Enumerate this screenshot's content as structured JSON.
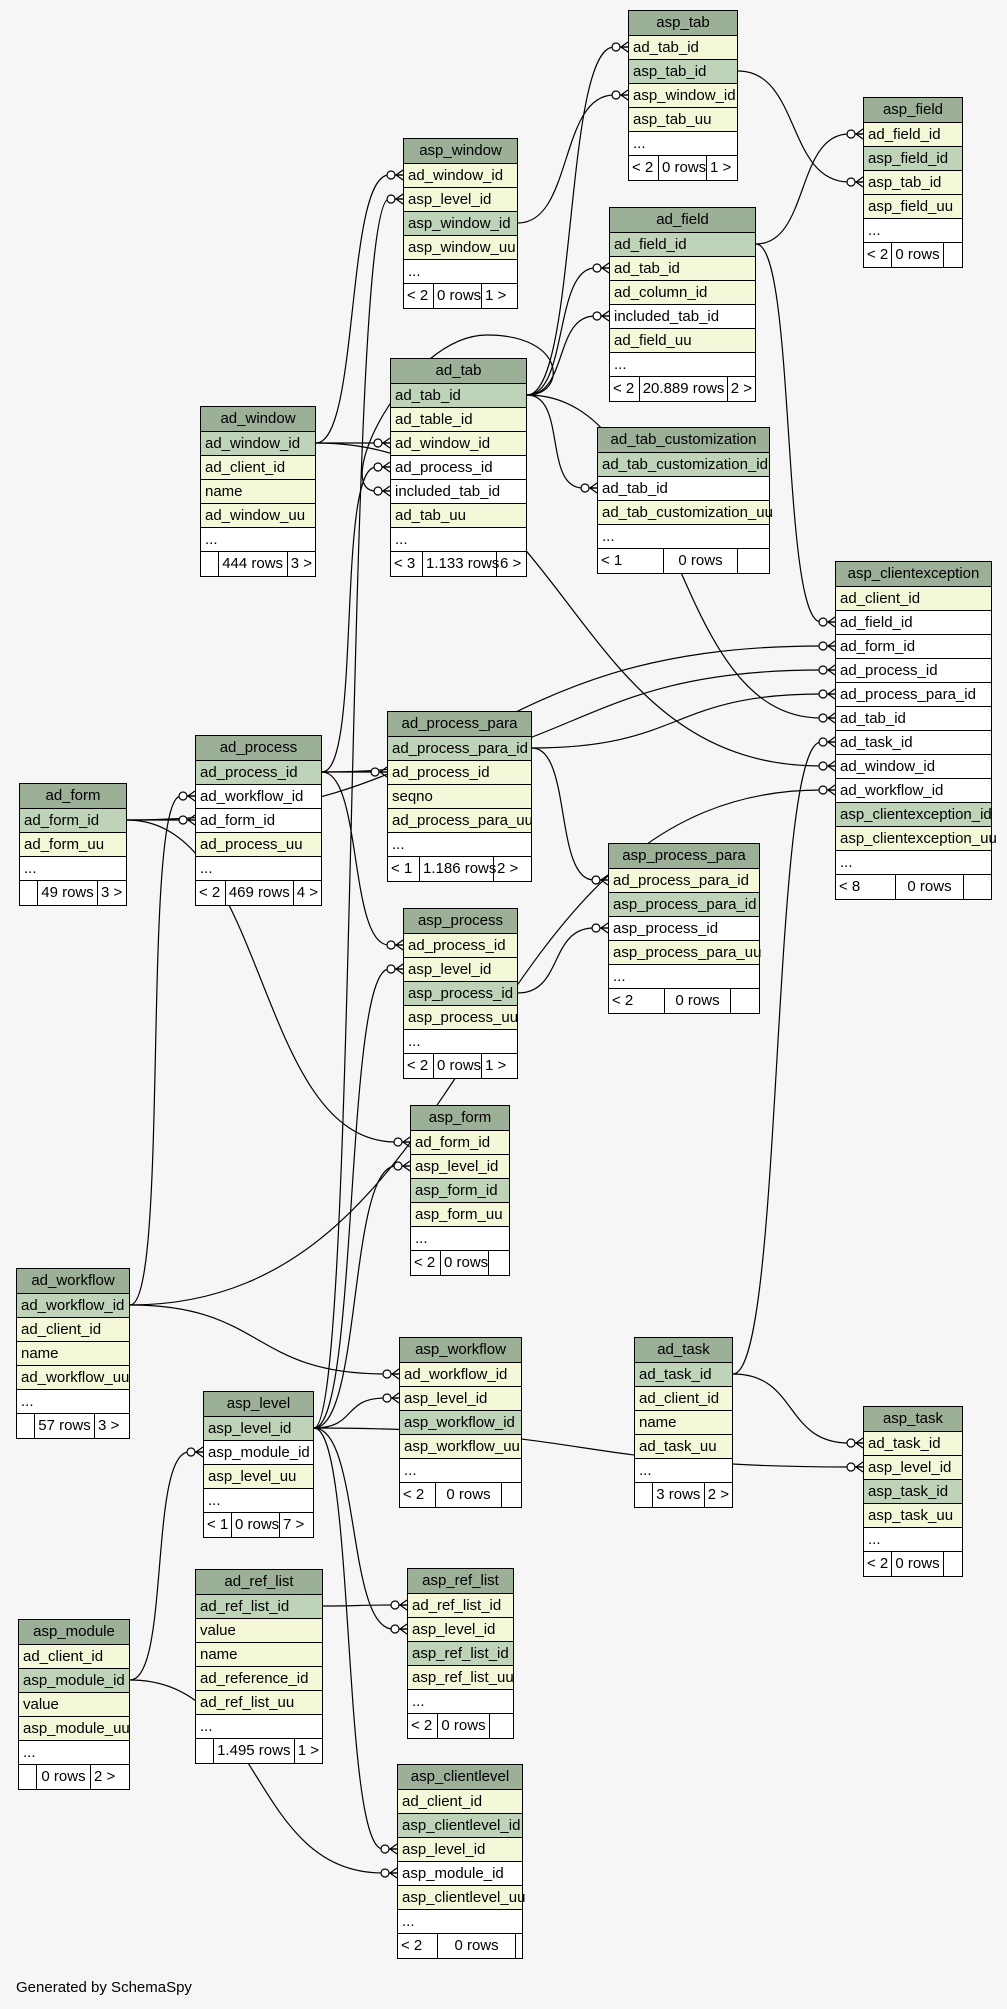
{
  "footer_note": "Generated by SchemaSpy",
  "tables": {
    "asp_tab": {
      "name": "asp_tab",
      "columns": [
        "ad_tab_id",
        "asp_tab_id",
        "asp_window_id",
        "asp_tab_uu",
        "..."
      ],
      "footer": [
        "< 2",
        "0 rows",
        "1 >"
      ]
    },
    "asp_field": {
      "name": "asp_field",
      "columns": [
        "ad_field_id",
        "asp_field_id",
        "asp_tab_id",
        "asp_field_uu",
        "..."
      ],
      "footer": [
        "< 2",
        "0 rows",
        ""
      ]
    },
    "asp_window": {
      "name": "asp_window",
      "columns": [
        "ad_window_id",
        "asp_level_id",
        "asp_window_id",
        "asp_window_uu",
        "..."
      ],
      "footer": [
        "< 2",
        "0 rows",
        "1 >"
      ]
    },
    "ad_field": {
      "name": "ad_field",
      "columns": [
        "ad_field_id",
        "ad_tab_id",
        "ad_column_id",
        "included_tab_id",
        "ad_field_uu",
        "..."
      ],
      "footer": [
        "< 2",
        "20.889 rows",
        "2 >"
      ]
    },
    "ad_tab": {
      "name": "ad_tab",
      "columns": [
        "ad_tab_id",
        "ad_table_id",
        "ad_window_id",
        "ad_process_id",
        "included_tab_id",
        "ad_tab_uu",
        "..."
      ],
      "footer": [
        "< 3",
        "1.133 rows",
        "6 >"
      ]
    },
    "ad_window": {
      "name": "ad_window",
      "columns": [
        "ad_window_id",
        "ad_client_id",
        "name",
        "ad_window_uu",
        "..."
      ],
      "footer": [
        "",
        "444 rows",
        "3 >"
      ]
    },
    "ad_tab_customization": {
      "name": "ad_tab_customization",
      "columns": [
        "ad_tab_customization_id",
        "ad_tab_id",
        "ad_tab_customization_uu",
        "..."
      ],
      "footer": [
        "< 1",
        "0 rows",
        ""
      ]
    },
    "asp_clientexception": {
      "name": "asp_clientexception",
      "columns": [
        "ad_client_id",
        "ad_field_id",
        "ad_form_id",
        "ad_process_id",
        "ad_process_para_id",
        "ad_tab_id",
        "ad_task_id",
        "ad_window_id",
        "ad_workflow_id",
        "asp_clientexception_id",
        "asp_clientexception_uu",
        "..."
      ],
      "footer": [
        "< 8",
        "0 rows",
        ""
      ]
    },
    "ad_process_para": {
      "name": "ad_process_para",
      "columns": [
        "ad_process_para_id",
        "ad_process_id",
        "seqno",
        "ad_process_para_uu",
        "..."
      ],
      "footer": [
        "< 1",
        "1.186 rows",
        "2 >"
      ]
    },
    "ad_process": {
      "name": "ad_process",
      "columns": [
        "ad_process_id",
        "ad_workflow_id",
        "ad_form_id",
        "ad_process_uu",
        "..."
      ],
      "footer": [
        "< 2",
        "469 rows",
        "4 >"
      ]
    },
    "ad_form": {
      "name": "ad_form",
      "columns": [
        "ad_form_id",
        "ad_form_uu",
        "..."
      ],
      "footer": [
        "",
        "49 rows",
        "3 >"
      ]
    },
    "asp_process_para": {
      "name": "asp_process_para",
      "columns": [
        "ad_process_para_id",
        "asp_process_para_id",
        "asp_process_id",
        "asp_process_para_uu",
        "..."
      ],
      "footer": [
        "< 2",
        "0 rows",
        ""
      ]
    },
    "asp_process": {
      "name": "asp_process",
      "columns": [
        "ad_process_id",
        "asp_level_id",
        "asp_process_id",
        "asp_process_uu",
        "..."
      ],
      "footer": [
        "< 2",
        "0 rows",
        "1 >"
      ]
    },
    "asp_form": {
      "name": "asp_form",
      "columns": [
        "ad_form_id",
        "asp_level_id",
        "asp_form_id",
        "asp_form_uu",
        "..."
      ],
      "footer": [
        "< 2",
        "0 rows",
        ""
      ]
    },
    "ad_workflow": {
      "name": "ad_workflow",
      "columns": [
        "ad_workflow_id",
        "ad_client_id",
        "name",
        "ad_workflow_uu",
        "..."
      ],
      "footer": [
        "",
        "57 rows",
        "3 >"
      ]
    },
    "asp_workflow": {
      "name": "asp_workflow",
      "columns": [
        "ad_workflow_id",
        "asp_level_id",
        "asp_workflow_id",
        "asp_workflow_uu",
        "..."
      ],
      "footer": [
        "< 2",
        "0 rows",
        ""
      ]
    },
    "ad_task": {
      "name": "ad_task",
      "columns": [
        "ad_task_id",
        "ad_client_id",
        "name",
        "ad_task_uu",
        "..."
      ],
      "footer": [
        "",
        "3 rows",
        "2 >"
      ]
    },
    "asp_level": {
      "name": "asp_level",
      "columns": [
        "asp_level_id",
        "asp_module_id",
        "asp_level_uu",
        "..."
      ],
      "footer": [
        "< 1",
        "0 rows",
        "7 >"
      ]
    },
    "asp_task": {
      "name": "asp_task",
      "columns": [
        "ad_task_id",
        "asp_level_id",
        "asp_task_id",
        "asp_task_uu",
        "..."
      ],
      "footer": [
        "< 2",
        "0 rows",
        ""
      ]
    },
    "ad_ref_list": {
      "name": "ad_ref_list",
      "columns": [
        "ad_ref_list_id",
        "value",
        "name",
        "ad_reference_id",
        "ad_ref_list_uu",
        "..."
      ],
      "footer": [
        "",
        "1.495 rows",
        "1 >"
      ]
    },
    "asp_ref_list": {
      "name": "asp_ref_list",
      "columns": [
        "ad_ref_list_id",
        "asp_level_id",
        "asp_ref_list_id",
        "asp_ref_list_uu",
        "..."
      ],
      "footer": [
        "< 2",
        "0 rows",
        ""
      ]
    },
    "asp_module": {
      "name": "asp_module",
      "columns": [
        "ad_client_id",
        "asp_module_id",
        "value",
        "asp_module_uu",
        "..."
      ],
      "footer": [
        "",
        "0 rows",
        "2 >"
      ]
    },
    "asp_clientlevel": {
      "name": "asp_clientlevel",
      "columns": [
        "ad_client_id",
        "asp_clientlevel_id",
        "asp_level_id",
        "asp_module_id",
        "asp_clientlevel_uu",
        "..."
      ],
      "footer": [
        "< 2",
        "0 rows",
        ""
      ]
    }
  },
  "colors": {
    "header": "#9caf97",
    "primary_key": "#bfd3b8",
    "indexed": "#f4f7d8",
    "background": "#f6f6f6"
  }
}
